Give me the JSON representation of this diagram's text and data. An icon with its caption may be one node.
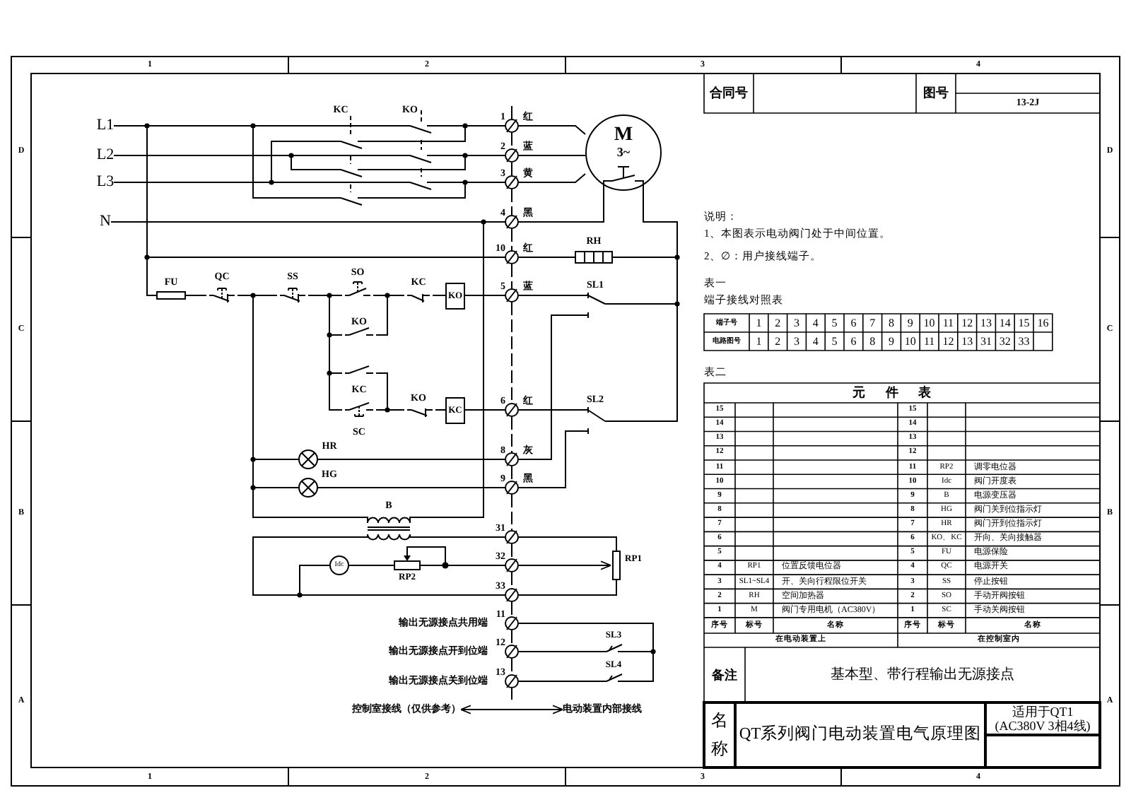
{
  "diagram": {
    "title": "QT系列阀门电动装置电气原理图",
    "nodes": [
      {
        "text": [
          "L1"
        ]
      },
      {
        "text": [
          "L2"
        ]
      },
      {
        "text": [
          "L3"
        ]
      },
      {
        "text": [
          "N"
        ]
      },
      {
        "text": [],
        "shape": "switch"
      },
      {
        "text": [],
        "shape": "switch"
      },
      {
        "text": [
          "1"
        ],
        "beside": [
          "红"
        ]
      },
      {
        "text": [
          "2"
        ],
        "beside": [
          "蓝"
        ]
      },
      {
        "text": [
          "3"
        ],
        "beside": [
          "黄"
        ]
      },
      {
        "text": [
          "4"
        ],
        "beside": [
          "黑"
        ]
      },
      {
        "text": [
          "10"
        ],
        "beside": [
          "红"
        ]
      },
      {
        "text": [
          "5"
        ],
        "beside": [
          "蓝"
        ]
      },
      {
        "text": [
          "6"
        ],
        "beside": [
          "红"
        ]
      },
      {
        "text": [
          "8"
        ],
        "beside": [
          "灰"
        ]
      },
      {
        "text": [
          "9"
        ],
        "beside": [
          "黑"
        ]
      },
      {
        "text": [
          "31"
        ]
      },
      {
        "text": [
          "32"
        ]
      },
      {
        "text": [
          "33"
        ]
      },
      {
        "text": [
          "11"
        ],
        "beside": [
          "输出无源接点共用端"
        ]
      },
      {
        "text": [
          "12"
        ],
        "beside": [
          "输出无源接点开到位端"
        ]
      },
      {
        "text": [
          "13"
        ],
        "beside": [
          "输出无源接点关到位端"
        ]
      },
      {
        "text": [
          "M",
          "3~"
        ]
      },
      {
        "text": [
          "RH"
        ]
      },
      {
        "text": [
          "FU"
        ]
      },
      {
        "text": [
          "QC"
        ]
      },
      {
        "text": [
          "SS"
        ]
      },
      {
        "text": [
          "SO"
        ]
      },
      {
        "text": [
          "KC"
        ]
      },
      {
        "text": [
          "KO"
        ]
      },
      {
        "text": [
          "KO"
        ]
      },
      {
        "text": [
          "KC"
        ]
      },
      {
        "text": [
          "SC"
        ]
      },
      {
        "text": [
          "KO"
        ]
      },
      {
        "text": [
          "KC"
        ]
      },
      {
        "text": [
          "SL1"
        ]
      },
      {
        "text": [
          "SL2"
        ]
      },
      {
        "text": [
          "HR"
        ]
      },
      {
        "text": [
          "HG"
        ]
      },
      {
        "text": [
          "B"
        ]
      },
      {
        "text": [
          "Idc"
        ]
      },
      {
        "text": [
          "RP2"
        ]
      },
      {
        "text": [
          "RP1"
        ]
      },
      {
        "text": [
          "SL3"
        ]
      },
      {
        "text": [
          "SL4"
        ]
      },
      {
        "text": [
          "控制室接线（仅供参考）"
        ]
      },
      {
        "text": [
          "电动装置内部接线"
        ]
      },
      {
        "text": [],
        "shape": "switch"
      },
      {
        "text": [],
        "shape": "switch"
      },
      {
        "text": [],
        "shape": "switch"
      },
      {
        "text": [],
        "shape": "switch"
      }
    ],
    "edges": [
      {
        "from": 0,
        "to": 5,
        "arrow": "none"
      },
      {
        "from": 1,
        "to": 48,
        "arrow": "none"
      },
      {
        "from": 2,
        "to": 49,
        "arrow": "none"
      },
      {
        "from": 0,
        "to": 47,
        "arrow": "none"
      },
      {
        "from": 1,
        "to": 46,
        "arrow": "none"
      },
      {
        "from": 2,
        "to": 4,
        "arrow": "none"
      },
      {
        "from": 5,
        "to": 6,
        "arrow": "none"
      },
      {
        "from": 48,
        "to": 7,
        "arrow": "none"
      },
      {
        "from": 49,
        "to": 8,
        "arrow": "none"
      },
      {
        "from": 4,
        "to": 6,
        "arrow": "none"
      },
      {
        "from": 46,
        "to": 7,
        "arrow": "none"
      },
      {
        "from": 47,
        "to": 8,
        "arrow": "none"
      },
      {
        "from": 6,
        "to": 21,
        "arrow": "none"
      },
      {
        "from": 7,
        "to": 21,
        "arrow": "none"
      },
      {
        "from": 8,
        "to": 21,
        "arrow": "none"
      },
      {
        "from": 3,
        "to": 9,
        "arrow": "none"
      },
      {
        "from": 9,
        "to": 21,
        "arrow": "none"
      },
      {
        "from": 0,
        "to": 10,
        "arrow": "none"
      },
      {
        "from": 10,
        "to": 22,
        "arrow": "none"
      },
      {
        "from": 21,
        "to": 22,
        "arrow": "none"
      },
      {
        "from": 21,
        "to": 34,
        "arrow": "none"
      },
      {
        "from": 21,
        "to": 35,
        "arrow": "none"
      },
      {
        "from": 0,
        "to": 23,
        "arrow": "none"
      },
      {
        "from": 23,
        "to": 24,
        "arrow": "none"
      },
      {
        "from": 24,
        "to": 25,
        "arrow": "none"
      },
      {
        "from": 25,
        "to": 26,
        "arrow": "none"
      },
      {
        "from": 26,
        "to": 27,
        "arrow": "none"
      },
      {
        "from": 27,
        "to": 28,
        "arrow": "none"
      },
      {
        "from": 28,
        "to": 11,
        "arrow": "none"
      },
      {
        "from": 11,
        "to": 34,
        "arrow": "none"
      },
      {
        "from": 25,
        "to": 29,
        "arrow": "none"
      },
      {
        "from": 29,
        "to": 27,
        "arrow": "none"
      },
      {
        "from": 25,
        "to": 30,
        "arrow": "none"
      },
      {
        "from": 25,
        "to": 31,
        "arrow": "none"
      },
      {
        "from": 30,
        "to": 32,
        "arrow": "none"
      },
      {
        "from": 31,
        "to": 32,
        "arrow": "none"
      },
      {
        "from": 32,
        "to": 33,
        "arrow": "none"
      },
      {
        "from": 33,
        "to": 12,
        "arrow": "none"
      },
      {
        "from": 12,
        "to": 35,
        "arrow": "none"
      },
      {
        "from": 34,
        "to": 13,
        "arrow": "none"
      },
      {
        "from": 35,
        "to": 14,
        "arrow": "none"
      },
      {
        "from": 24,
        "to": 36,
        "arrow": "none"
      },
      {
        "from": 24,
        "to": 37,
        "arrow": "none"
      },
      {
        "from": 36,
        "to": 13,
        "arrow": "none"
      },
      {
        "from": 37,
        "to": 14,
        "arrow": "none"
      },
      {
        "from": 24,
        "to": 38,
        "arrow": "none"
      },
      {
        "from": 9,
        "to": 38,
        "arrow": "none"
      },
      {
        "from": 38,
        "to": 15,
        "arrow": "none"
      },
      {
        "from": 38,
        "to": 17,
        "arrow": "none"
      },
      {
        "from": 39,
        "to": 17,
        "arrow": "none"
      },
      {
        "from": 39,
        "to": 40,
        "arrow": "none"
      },
      {
        "from": 40,
        "to": 16,
        "arrow": "none"
      },
      {
        "from": 15,
        "to": 41,
        "arrow": "none"
      },
      {
        "from": 16,
        "to": 41,
        "arrow": "to"
      },
      {
        "from": 17,
        "to": 41,
        "arrow": "none"
      },
      {
        "from": 18,
        "to": 42,
        "arrow": "none"
      },
      {
        "from": 18,
        "to": 43,
        "arrow": "none"
      },
      {
        "from": 19,
        "to": 42,
        "arrow": "none"
      },
      {
        "from": 20,
        "to": 43,
        "arrow": "none"
      },
      {
        "from": 44,
        "to": 45,
        "arrow": "both"
      }
    ],
    "labels": [
      "1",
      "2",
      "3",
      "4",
      "D",
      "C",
      "B",
      "A",
      "D",
      "C",
      "B",
      "A",
      "1",
      "2",
      "3",
      "4",
      "合同号",
      "图号",
      "13-2J",
      "说明：",
      "1、本图表示电动阀门处于中间位置。",
      "2、∅：用户接线端子。",
      "表一",
      "端子接线对照表",
      "端子号",
      "1",
      "2",
      "3",
      "4",
      "5",
      "6",
      "7",
      "8",
      "9",
      "10",
      "11",
      "12",
      "13",
      "14",
      "15",
      "16",
      "电路图号",
      "1",
      "2",
      "3",
      "4",
      "5",
      "6",
      "8",
      "9",
      "10",
      "11",
      "12",
      "13",
      "31",
      "32",
      "33",
      "表二",
      "元件表",
      "15",
      "15",
      "14",
      "14",
      "13",
      "13",
      "12",
      "12",
      "11",
      "11",
      "RP2",
      "调零电位器",
      "10",
      "10",
      "Idc",
      "阀门开度表",
      "9",
      "9",
      "B",
      "电源变压器",
      "8",
      "8",
      "HG",
      "阀门关到位指示灯",
      "7",
      "7",
      "HR",
      "阀门开到位指示灯",
      "6",
      "6",
      "KO、KC",
      "开向、关向接触器",
      "5",
      "5",
      "FU",
      "电源保险",
      "4",
      "RP1",
      "位置反馈电位器",
      "4",
      "QC",
      "电源开关",
      "3",
      "SL1~SL4",
      "开、关向行程限位开关",
      "3",
      "SS",
      "停止按钮",
      "2",
      "RH",
      "空间加热器",
      "2",
      "SO",
      "手动开阀按钮",
      "1",
      "M",
      "阀门专用电机（AC380V）",
      "1",
      "SC",
      "手动关阀按钮",
      "序号",
      "标号",
      "名称",
      "序号",
      "标号",
      "名称",
      "在电动装置上",
      "在控制室内",
      "备注",
      "基本型、带行程输出无源接点",
      "名称",
      "适用于QT1 (AC380V 3相4线)",
      "KC",
      "KO"
    ]
  }
}
